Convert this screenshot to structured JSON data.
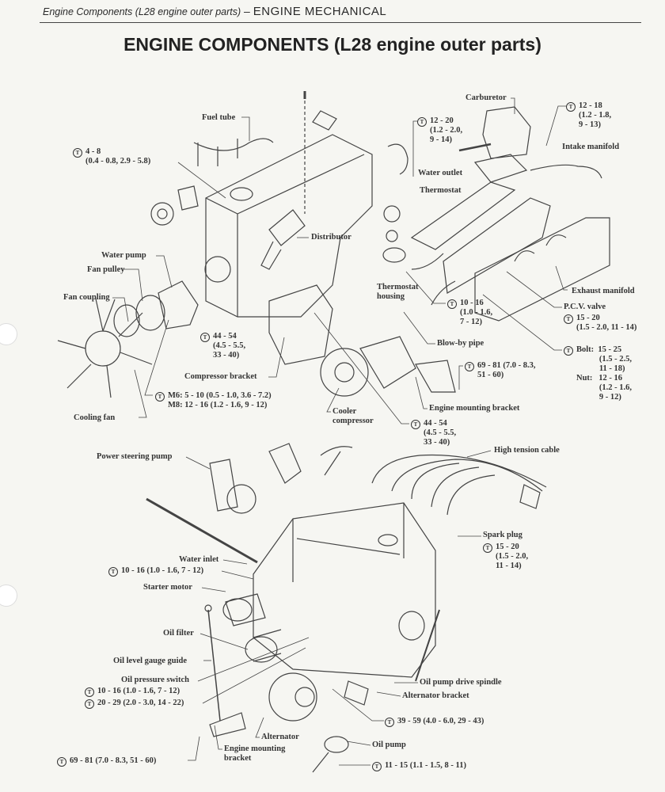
{
  "header": {
    "section": "Engine Components (L28 engine outer parts)",
    "separator": " – ",
    "chapter": "ENGINE MECHANICAL"
  },
  "title": "ENGINE COMPONENTS (L28 engine outer parts)",
  "labels": {
    "fuel_tube": "Fuel tube",
    "carburetor": "Carburetor",
    "intake_manifold": "Intake manifold",
    "water_outlet": "Water outlet",
    "thermostat": "Thermostat",
    "distributor": "Distributor",
    "water_pump": "Water pump",
    "fan_pulley": "Fan pulley",
    "fan_coupling": "Fan coupling",
    "thermostat_housing": "Thermostat\nhousing",
    "exhaust_manifold": "Exhaust manifold",
    "pcv_valve": "P.C.V. valve",
    "blow_by_pipe": "Blow-by pipe",
    "compressor_bracket": "Compressor bracket",
    "cooling_fan": "Cooling fan",
    "cooler_compressor": "Cooler\ncompressor",
    "engine_mounting_bracket_upper": "Engine mounting bracket",
    "power_steering_pump": "Power steering pump",
    "high_tension_cable": "High tension cable",
    "spark_plug": "Spark plug",
    "water_inlet": "Water inlet",
    "starter_motor": "Starter motor",
    "oil_filter": "Oil filter",
    "oil_level_gauge_guide": "Oil level gauge guide",
    "oil_pressure_switch": "Oil pressure switch",
    "oil_pump_drive_spindle": "Oil pump drive spindle",
    "alternator_bracket": "Alternator bracket",
    "alternator": "Alternator",
    "engine_mounting_bracket_lower": "Engine mounting\nbracket",
    "oil_pump": "Oil pump"
  },
  "torques": {
    "fuel_tube": "4 - 8\n(0.4 - 0.8, 2.9 - 5.8)",
    "water_outlet": "12 - 20\n(1.2 - 2.0,\n9 - 14)",
    "carburetor": "12 - 18\n(1.2 - 1.8,\n9 - 13)",
    "blow_by": "10 - 16\n(1.0 - 1.6,\n7 - 12)",
    "pcv": "15 - 20\n(1.5 - 2.0, 11 - 14)",
    "manifold": "Bolt:  15 - 25\n           (1.5 - 2.5,\n           11 - 18)\nNut:   12 - 16\n           (1.2 - 1.6,\n           9 - 12)",
    "compressor_bracket": "44 - 54\n(4.5 - 5.5,\n33 - 40)",
    "mount_upper": "69 - 81 (7.0 - 8.3,\n51 - 60)",
    "fan": "M6: 5 - 10 (0.5 - 1.0, 3.6 - 7.2)\nM8: 12 - 16 (1.2 - 1.6, 9 - 12)",
    "compressor": "44 - 54\n(4.5 - 5.5,\n33 - 40)",
    "spark_plug": "15 - 20\n(1.5 - 2.0,\n11 - 14)",
    "water_inlet": "10 - 16 (1.0 - 1.6, 7 - 12)",
    "oil_pressure_switch": "10 - 16 (1.0 - 1.6, 7 - 12)",
    "oil_filter": "20 - 29 (2.0 - 3.0, 14 - 22)",
    "alternator_bracket": "39 - 59 (4.0 - 6.0, 29 - 43)",
    "mount_lower": "69 - 81 (7.0 - 8.3, 51 - 60)",
    "oil_pump": "11 - 15 (1.1 - 1.5, 8 - 11)"
  }
}
